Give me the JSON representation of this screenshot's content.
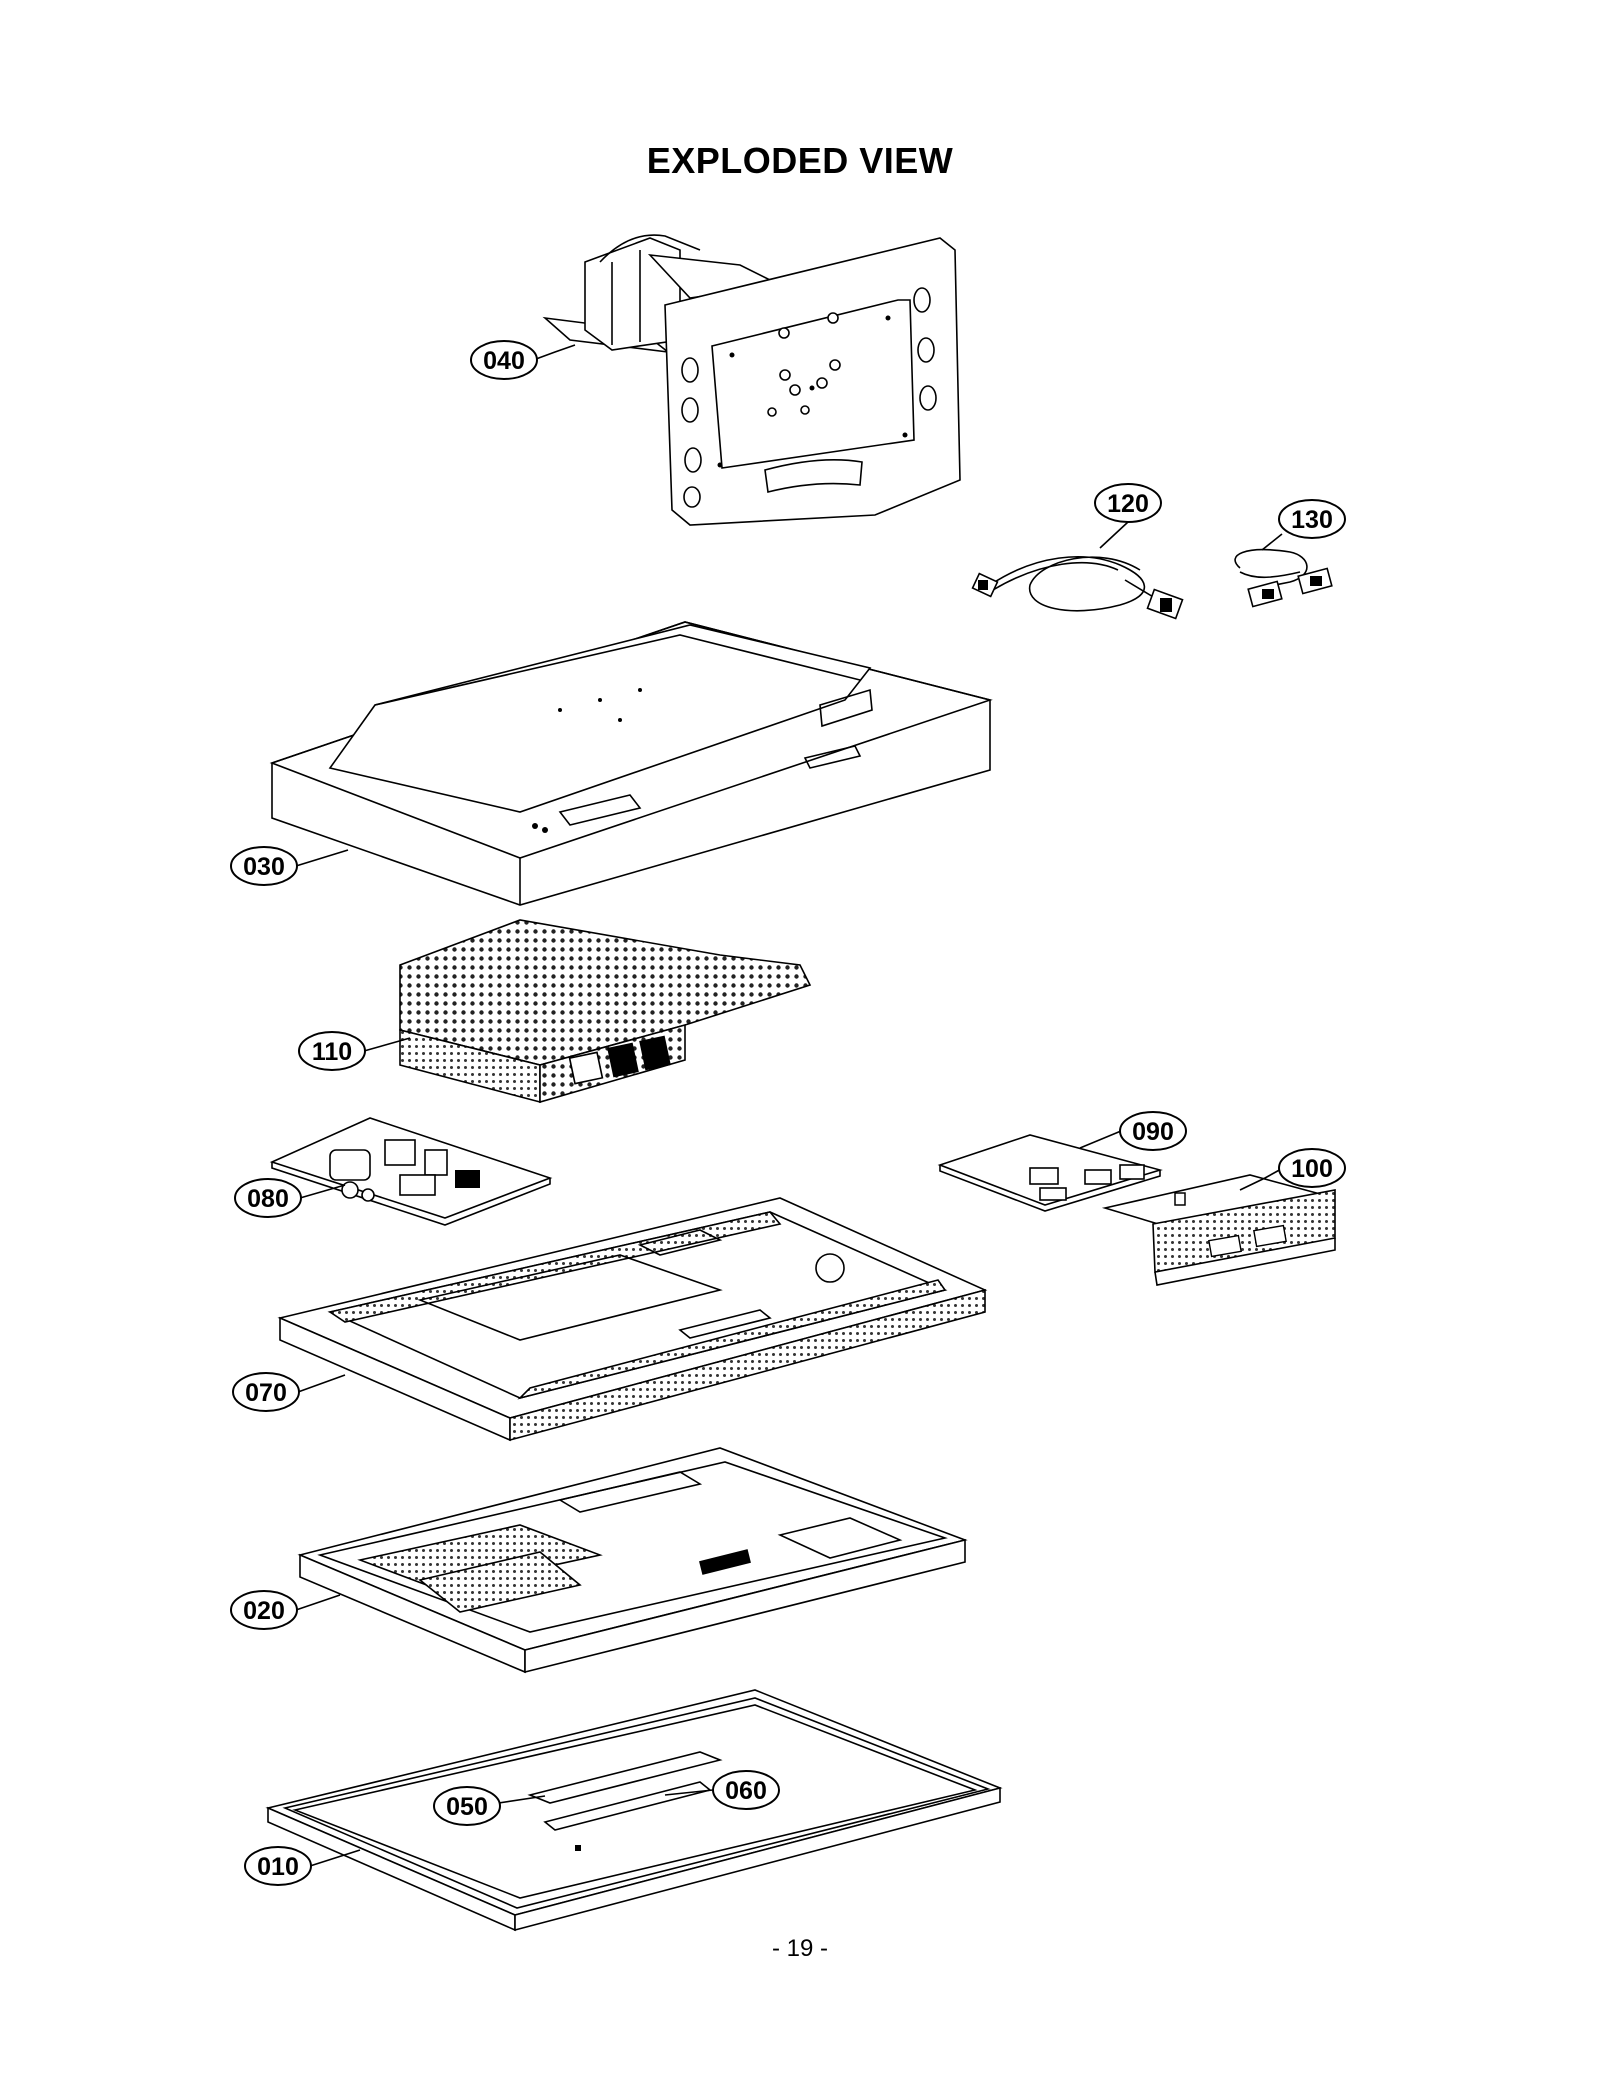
{
  "page": {
    "title": "EXPLODED VIEW",
    "page_number": "- 19 -"
  },
  "callouts": {
    "p010": "010",
    "p020": "020",
    "p030": "030",
    "p040": "040",
    "p050": "050",
    "p060": "060",
    "p070": "070",
    "p080": "080",
    "p090": "090",
    "p100": "100",
    "p110": "110",
    "p120": "120",
    "p130": "130"
  }
}
